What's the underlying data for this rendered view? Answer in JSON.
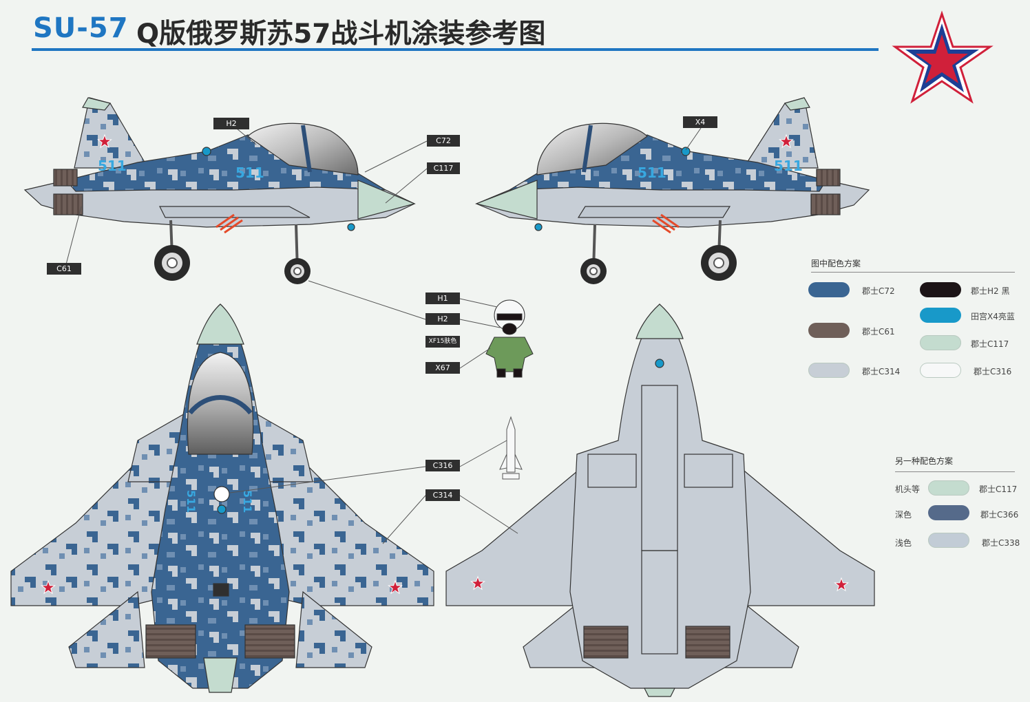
{
  "header": {
    "model": "SU-57",
    "title": "Q版俄罗斯苏57战斗机涂装参考图"
  },
  "markings": {
    "tail_number": "511"
  },
  "callouts": {
    "h2_side": "H2",
    "c72": "C72",
    "c117": "C117",
    "c61": "C61",
    "x4": "X4",
    "h1": "H1",
    "h2_pilot": "H2",
    "xf15": "XF15肤色",
    "x67": "X67",
    "c316": "C316",
    "c314": "C314"
  },
  "legend_main": {
    "title": "图中配色方案",
    "items": [
      {
        "color": "#3a6592",
        "label": "郡士C72"
      },
      {
        "color": "#1c1416",
        "label": "郡士H2 黑"
      },
      {
        "color": "#1899c9",
        "label": "田宫X4亮蓝"
      },
      {
        "color": "#6f5f59",
        "label": "郡士C61"
      },
      {
        "color": "#c4dccf",
        "label": "郡士C117"
      },
      {
        "color": "#c7ced6",
        "label": "郡士C314"
      },
      {
        "color": "#f7f8f8",
        "label": "郡士C316"
      }
    ]
  },
  "legend_alt": {
    "title": "另一种配色方案",
    "items": [
      {
        "part": "机头等",
        "color": "#c4dccf",
        "label": "郡士C117"
      },
      {
        "part": "深色",
        "color": "#556a8a",
        "label": "郡士C366"
      },
      {
        "part": "浅色",
        "color": "#c2ccd6",
        "label": "郡士C338"
      }
    ]
  },
  "colors": {
    "brand_blue": "#1f76c2",
    "camo_dark": "#3a6592",
    "camo_light": "#c7ced6",
    "star_red": "#d0203a"
  }
}
